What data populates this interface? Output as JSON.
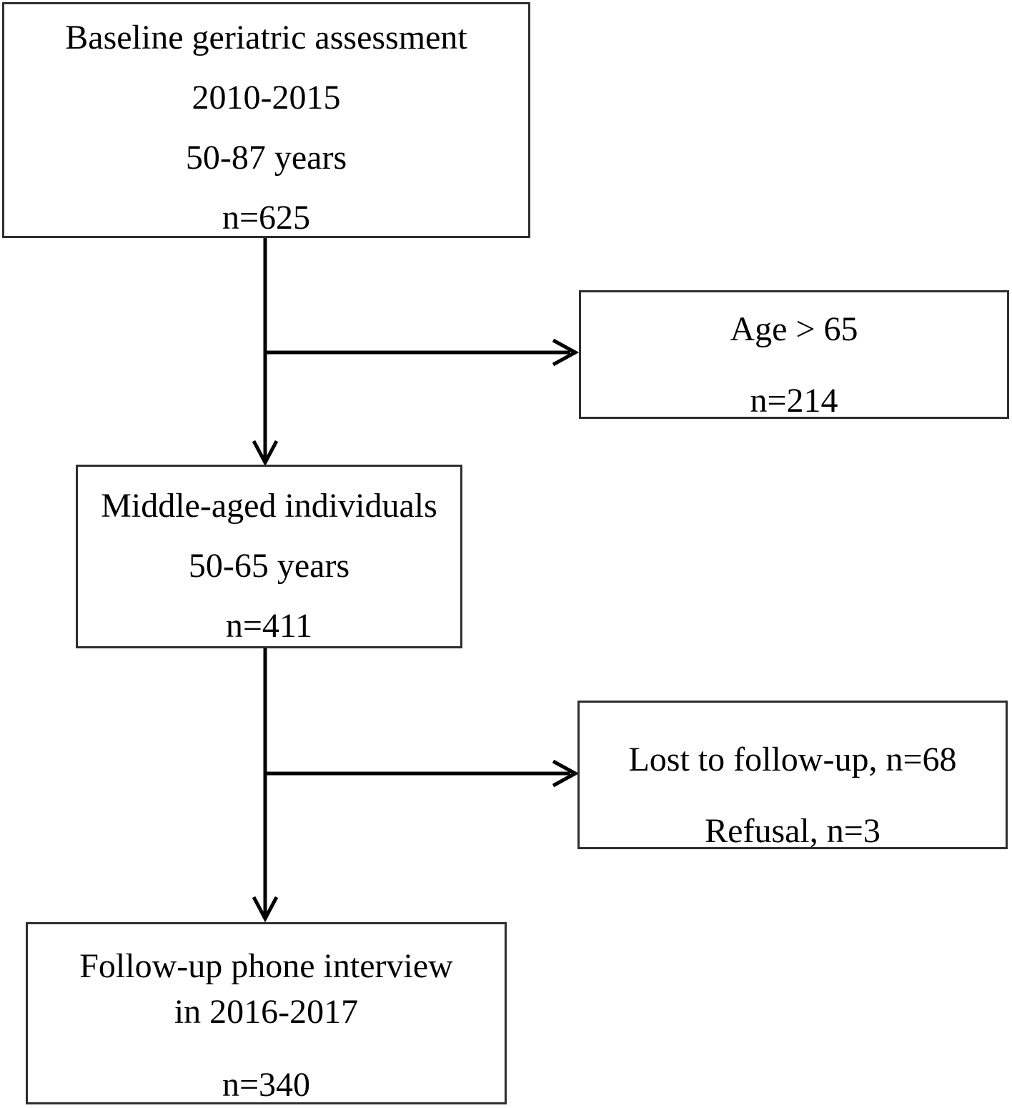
{
  "figure": {
    "type": "study-flow-diagram",
    "colors": {
      "background": "#ffffff",
      "box_border": "#2e2e2e",
      "arrow": "#000000",
      "text": "#000000"
    },
    "boxes": {
      "baseline": {
        "lines": [
          "Baseline geriatric assessment",
          "2010-2015",
          "50-87 years",
          "n=625"
        ]
      },
      "age_over_65": {
        "lines": [
          "Age > 65",
          "n=214"
        ]
      },
      "middle_aged": {
        "lines": [
          "Middle-aged individuals",
          "50-65 years",
          "n=411"
        ]
      },
      "lost_to_followup": {
        "lines": [
          "Lost to follow-up, n=68",
          "Refusal, n=3"
        ]
      },
      "followup_interview": {
        "lines": [
          "Follow-up phone interview",
          "in 2016-2017",
          "n=340"
        ]
      }
    },
    "connections": [
      {
        "from": "baseline",
        "to": "middle_aged",
        "direction": "down"
      },
      {
        "from": "baseline",
        "to": "age_over_65",
        "direction": "right"
      },
      {
        "from": "middle_aged",
        "to": "followup_interview",
        "direction": "down"
      },
      {
        "from": "middle_aged",
        "to": "lost_to_followup",
        "direction": "right"
      }
    ]
  }
}
